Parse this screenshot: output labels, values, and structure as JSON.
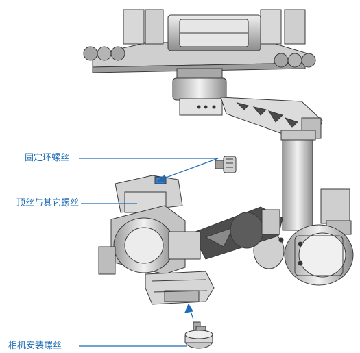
{
  "callouts": {
    "ring_screw": "固定环螺丝",
    "set_screw": "顶丝与其它螺丝",
    "camera_screw": "相机安装螺丝"
  },
  "colors": {
    "callout_text": "#1e6cb3",
    "leader_line": "#1e6cb3",
    "part_fill": "#d9d9d9",
    "part_stroke": "#3a3a3a",
    "dark_part": "#6e6e6e"
  }
}
